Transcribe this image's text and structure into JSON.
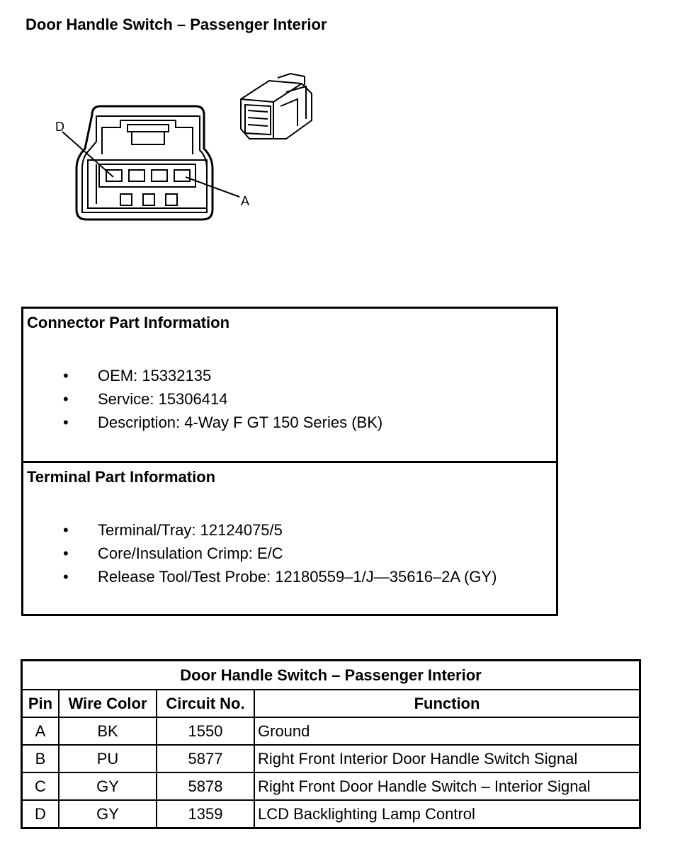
{
  "title": "Door Handle Switch – Passenger Interior",
  "diagram": {
    "label_top": "D",
    "label_bottom": "A"
  },
  "connector_info": {
    "heading": "Connector Part Information",
    "items": [
      "OEM: 15332135",
      "Service: 15306414",
      "Description: 4-Way F GT 150 Series (BK)"
    ]
  },
  "terminal_info": {
    "heading": "Terminal Part Information",
    "items": [
      "Terminal/Tray: 12124075/5",
      "Core/Insulation Crimp: E/C",
      "Release Tool/Test Probe: 12180559–1/J—35616–2A (GY)"
    ]
  },
  "bullet_symbol": "•",
  "table": {
    "title": "Door Handle Switch – Passenger Interior",
    "headers": [
      "Pin",
      "Wire Color",
      "Circuit No.",
      "Function"
    ],
    "rows": [
      [
        "A",
        "BK",
        "1550",
        "Ground"
      ],
      [
        "B",
        "PU",
        "5877",
        "Right Front Interior Door Handle Switch Signal"
      ],
      [
        "C",
        "GY",
        "5878",
        "Right Front Door Handle Switch – Interior Signal"
      ],
      [
        "D",
        "GY",
        "1359",
        "LCD Backlighting Lamp Control"
      ]
    ]
  }
}
